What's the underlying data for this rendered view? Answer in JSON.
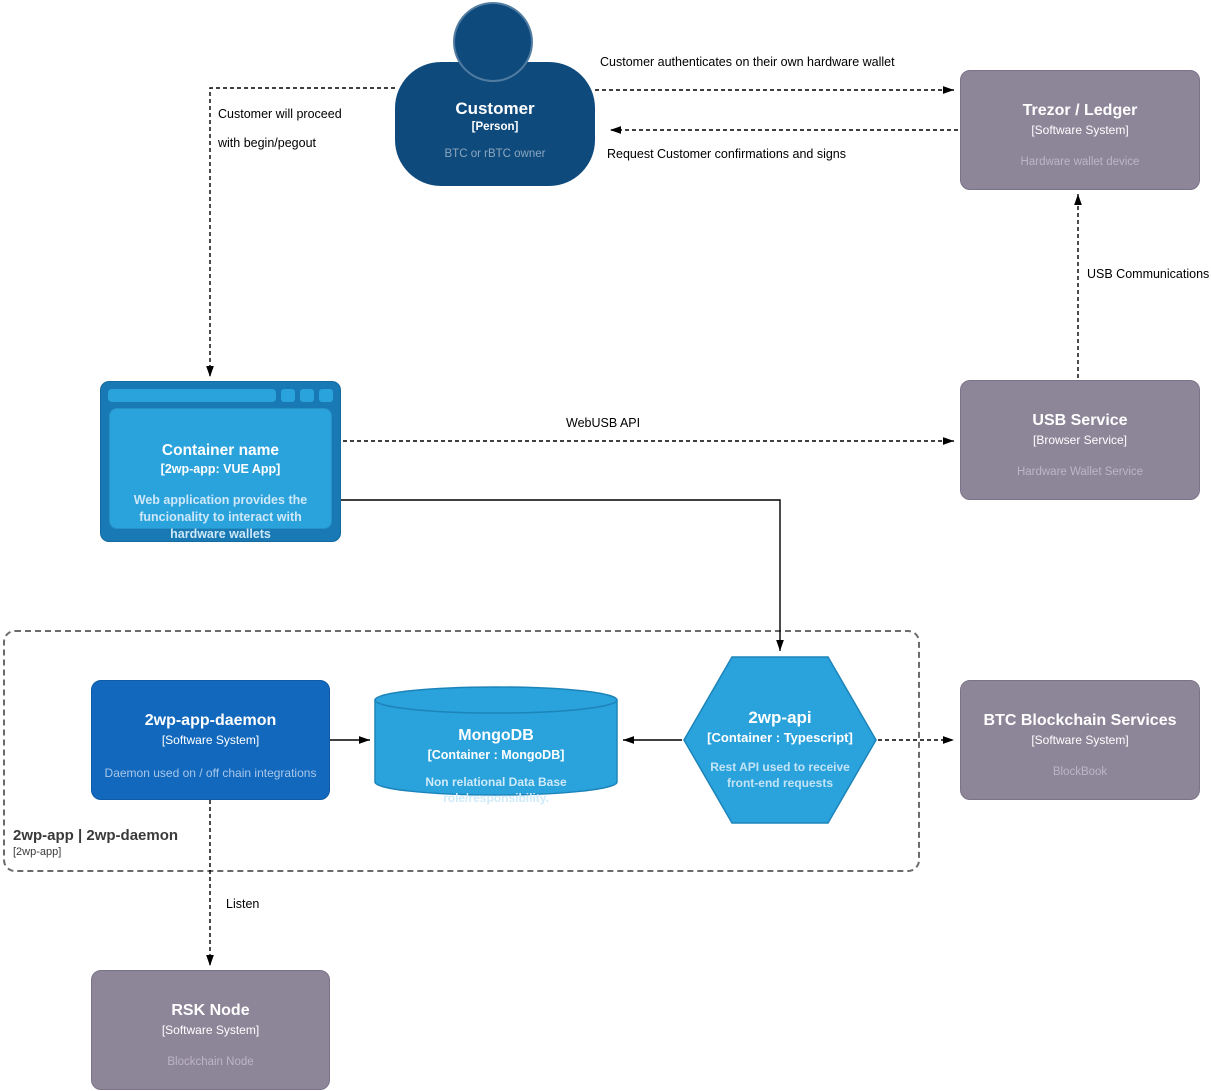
{
  "nodes": {
    "customer": {
      "title": "Customer",
      "subtitle": "[Person]",
      "description": "BTC or rBTC owner"
    },
    "trezor": {
      "title": "Trezor / Ledger",
      "subtitle": "[Software System]",
      "description": "Hardware wallet device"
    },
    "webapp": {
      "title": "Container name",
      "subtitle": "[2wp-app: VUE App]",
      "description": "Web application provides the funcionality to interact with hardware wallets"
    },
    "usb_service": {
      "title": "USB Service",
      "subtitle": "[Browser Service]",
      "description": "Hardware Wallet Service"
    },
    "daemon": {
      "title": "2wp-app-daemon",
      "subtitle": "[Software System]",
      "description": "Daemon used on / off chain integrations"
    },
    "mongodb": {
      "title": "MongoDB",
      "subtitle": "[Container : MongoDB]",
      "description": "Non relational Data Base role/responsibility."
    },
    "api": {
      "title": "2wp-api",
      "subtitle": "[Container : Typescript]",
      "description": "Rest API used to receive front-end requests"
    },
    "btc": {
      "title": "BTC Blockchain Services",
      "subtitle": "[Software System]",
      "description": "BlockBook"
    },
    "rsk": {
      "title": "RSK Node",
      "subtitle": "[Software System]",
      "description": "Blockchain Node"
    }
  },
  "boundary": {
    "title": "2wp-app | 2wp-daemon",
    "subtitle": "[2wp-app]"
  },
  "edges": {
    "auth": {
      "label": "Customer authenticates on their own hardware wallet"
    },
    "confirm": {
      "label": "Request Customer confirmations and signs"
    },
    "proceed": {
      "line1": "Customer will proceed",
      "line2": "with begin/pegout"
    },
    "usb_comm": {
      "label": "USB Communications"
    },
    "webusb": {
      "label": "WebUSB API"
    },
    "listen": {
      "label": "Listen"
    }
  },
  "colors": {
    "person": "#0f4a7d",
    "external_system": "#8d8598",
    "external_system_desc": "#bcb6c5",
    "container_blue": "#1168bd",
    "accent_blue": "#2aa2dc",
    "browser_frame": "#1879b4",
    "edge": "#000000",
    "background": "#ffffff"
  }
}
